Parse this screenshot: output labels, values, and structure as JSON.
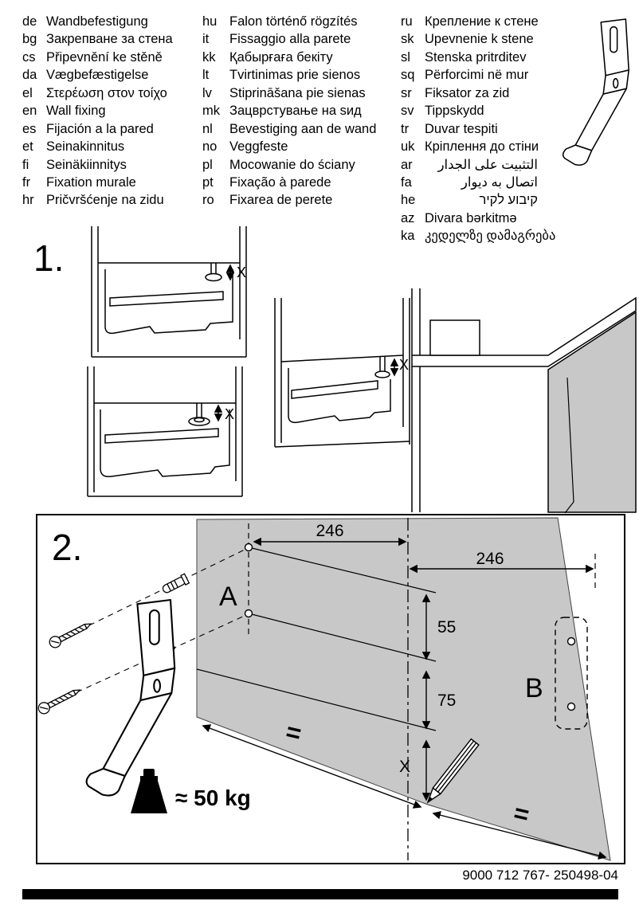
{
  "page": {
    "step1_label": "1.",
    "step2_label": "2.",
    "footer_code": "9000 712 767- 250498-04"
  },
  "languages": {
    "col1": [
      {
        "code": "de",
        "text": "Wandbefestigung"
      },
      {
        "code": "bg",
        "text": "Закрепване за стена"
      },
      {
        "code": "cs",
        "text": "Připevnění ke stěně"
      },
      {
        "code": "da",
        "text": "Vægbefæstigelse"
      },
      {
        "code": "el",
        "text": "Στερέωση στον τοίχο"
      },
      {
        "code": "en",
        "text": "Wall fixing"
      },
      {
        "code": "es",
        "text": "Fijación a la pared"
      },
      {
        "code": "et",
        "text": "Seinakinnitus"
      },
      {
        "code": "fi",
        "text": "Seinäkiinnitys"
      },
      {
        "code": "fr",
        "text": "Fixation murale"
      },
      {
        "code": "hr",
        "text": "Pričvršćenje na zidu"
      }
    ],
    "col2": [
      {
        "code": "hu",
        "text": "Falon történő rögzítés"
      },
      {
        "code": "it",
        "text": "Fissaggio alla parete"
      },
      {
        "code": "kk",
        "text": "Қабырғаға бекіту"
      },
      {
        "code": "lt",
        "text": "Tvirtinimas prie sienos"
      },
      {
        "code": "lv",
        "text": "Stiprināšana pie sienas"
      },
      {
        "code": "mk",
        "text": "Зацврстување на ѕид"
      },
      {
        "code": "nl",
        "text": "Bevestiging aan de wand"
      },
      {
        "code": "no",
        "text": "Veggfeste"
      },
      {
        "code": "pl",
        "text": "Mocowanie do ściany"
      },
      {
        "code": "pt",
        "text": "Fixação à parede"
      },
      {
        "code": "ro",
        "text": "Fixarea de perete"
      }
    ],
    "col3": [
      {
        "code": "ru",
        "text": "Крепление к стене"
      },
      {
        "code": "sk",
        "text": "Upevnenie k stene"
      },
      {
        "code": "sl",
        "text": "Stenska pritrditev"
      },
      {
        "code": "sq",
        "text": "Përforcimi në mur"
      },
      {
        "code": "sr",
        "text": "Fiksator za zid"
      },
      {
        "code": "sv",
        "text": "Tippskydd"
      },
      {
        "code": "tr",
        "text": "Duvar tespiti"
      },
      {
        "code": "uk",
        "text": "Кріплення до стіни"
      },
      {
        "code": "ar",
        "text": "التثبيت على الجدار"
      },
      {
        "code": "fa",
        "text": "اتصال به ديوار"
      },
      {
        "code": "he",
        "text": "קיבוע לקיר"
      },
      {
        "code": "az",
        "text": "Divara bərkitmə"
      },
      {
        "code": "ka",
        "text": "კედელზე დამაგრება"
      }
    ]
  },
  "step1": {
    "dim_x_1": "X",
    "dim_x_2": "X",
    "dim_x_3": "X"
  },
  "step2": {
    "dim_246_left": "246",
    "dim_246_right": "246",
    "dim_55": "55",
    "dim_75": "75",
    "dim_x": "X",
    "hole_a_label": "A",
    "hole_b_label": "B",
    "equal_left": "=",
    "equal_right": "=",
    "weight_note": "≈ 50 kg"
  },
  "colors": {
    "wall_gray": "#c8c8c8",
    "line_black": "#000000"
  }
}
